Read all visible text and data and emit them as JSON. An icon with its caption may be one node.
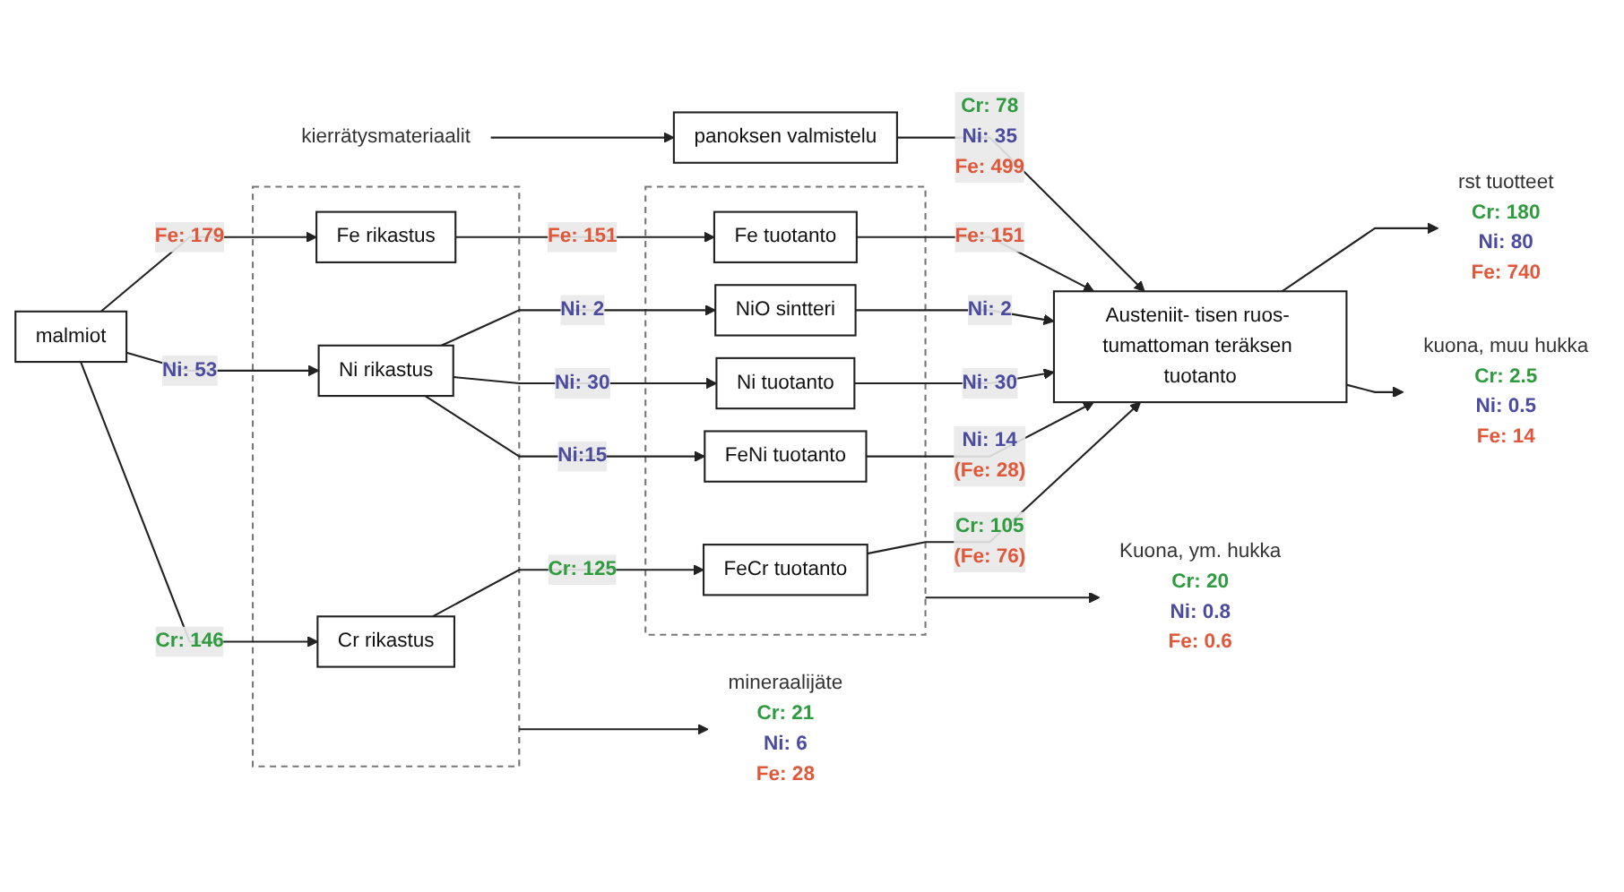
{
  "diagram": {
    "nodes": [
      {
        "text": [],
        "shape": "box"
      },
      {
        "text": [
          "Cr rikastus"
        ],
        "in": 0
      },
      {
        "text": [
          "Ni rikastus"
        ],
        "in": 0
      },
      {
        "text": [
          "Fe rikastus"
        ],
        "in": 0
      },
      {
        "text": [
          "malmiot"
        ]
      },
      {
        "text": [],
        "shape": "box"
      },
      {
        "text": [
          "FeCr tuotanto"
        ],
        "in": 5
      },
      {
        "text": [
          "FeNi tuotanto"
        ],
        "in": 5
      },
      {
        "text": [
          "Ni tuotanto"
        ],
        "in": 5
      },
      {
        "text": [
          "NiO sintteri"
        ],
        "in": 5
      },
      {
        "text": [
          "Fe tuotanto"
        ],
        "in": 5
      },
      {
        "text": [
          "Austeniit- tisen ruos- tumattoman teräksen tuotanto"
        ]
      },
      {
        "text": [
          "rst tuotteet",
          "Cr: 180",
          "Ni: 80",
          "Fe: 740"
        ]
      },
      {
        "text": [
          "kuona, muu hukka",
          "Cr: 2.5",
          "Ni: 0.5",
          "Fe: 14"
        ]
      },
      {
        "text": [
          "panoksen valmistelu"
        ]
      },
      {
        "text": [
          "kierrätysmateriaalit"
        ]
      },
      {
        "text": [
          "mineraalijäte",
          "Cr: 21",
          "Ni: 6",
          "Fe: 28"
        ]
      },
      {
        "text": [
          "Kuona, ym. hukka",
          "Cr: 20",
          "Ni: 0.8",
          "Fe: 0.6"
        ]
      }
    ],
    "edges": [
      {
        "from": 4,
        "to": 1,
        "arrow": "to",
        "label": "Cr: 146"
      },
      {
        "from": 4,
        "to": 2,
        "arrow": "to",
        "label": "Ni: 53"
      },
      {
        "from": 4,
        "to": 3,
        "arrow": "to",
        "label": "Fe: 179"
      },
      {
        "from": 1,
        "to": 6,
        "arrow": "to",
        "label": "Cr: 125"
      },
      {
        "from": 2,
        "to": 7,
        "arrow": "to",
        "label": "Ni:15"
      },
      {
        "from": 2,
        "to": 8,
        "arrow": "to",
        "label": "Ni: 30"
      },
      {
        "from": 2,
        "to": 9,
        "arrow": "to",
        "label": "Ni: 2"
      },
      {
        "from": 3,
        "to": 10,
        "arrow": "to",
        "label": "Fe: 151"
      },
      {
        "from": 0,
        "to": 16,
        "arrow": "to"
      },
      {
        "from": 5,
        "to": 17,
        "arrow": "to"
      },
      {
        "from": 6,
        "to": 11,
        "arrow": "to",
        "label": "Cr: 105 (Fe: 76)"
      },
      {
        "from": 7,
        "to": 11,
        "arrow": "to",
        "label": "Ni: 14 (Fe: 28)"
      },
      {
        "from": 8,
        "to": 11,
        "arrow": "to",
        "label": "Ni: 30"
      },
      {
        "from": 9,
        "to": 11,
        "arrow": "to",
        "label": "Ni: 2"
      },
      {
        "from": 10,
        "to": 11,
        "arrow": "to",
        "label": "Fe: 151"
      },
      {
        "from": 11,
        "to": 12,
        "arrow": "to"
      },
      {
        "from": 11,
        "to": 13,
        "arrow": "to"
      },
      {
        "from": 14,
        "to": 11,
        "arrow": "to",
        "label": "Cr: 78 Ni: 35 Fe: 499"
      },
      {
        "from": 15,
        "to": 14,
        "arrow": "to"
      }
    ]
  }
}
